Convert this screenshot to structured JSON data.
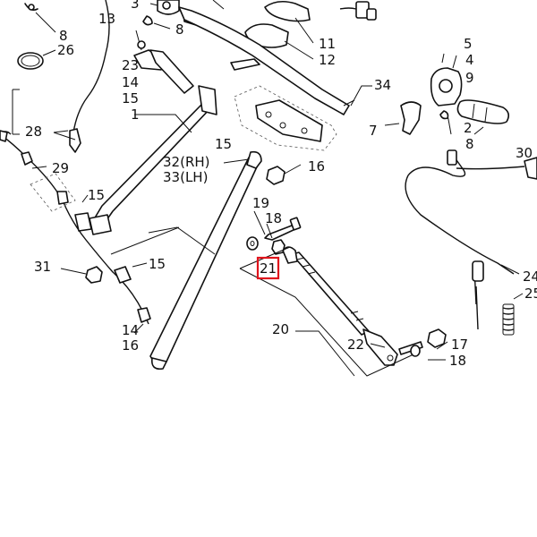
{
  "diagram": {
    "highlight_color": "#e0141c",
    "highlighted_callout": "21",
    "callouts": [
      {
        "id": "c-3",
        "text": "3"
      },
      {
        "id": "c-8a",
        "text": "8"
      },
      {
        "id": "c-13",
        "text": "13"
      },
      {
        "id": "c-11",
        "text": "11"
      },
      {
        "id": "c-12",
        "text": "12"
      },
      {
        "id": "c-5",
        "text": "5"
      },
      {
        "id": "c-4",
        "text": "4"
      },
      {
        "id": "c-9",
        "text": "9"
      },
      {
        "id": "c-8b",
        "text": "8"
      },
      {
        "id": "c-26",
        "text": "26"
      },
      {
        "id": "c-23",
        "text": "23"
      },
      {
        "id": "c-14a",
        "text": "14"
      },
      {
        "id": "c-15a",
        "text": "15"
      },
      {
        "id": "c-1",
        "text": "1"
      },
      {
        "id": "c-34",
        "text": "34"
      },
      {
        "id": "c-7",
        "text": "7"
      },
      {
        "id": "c-2",
        "text": "2"
      },
      {
        "id": "c-8c",
        "text": "8"
      },
      {
        "id": "c-28",
        "text": "28"
      },
      {
        "id": "c-15b",
        "text": "15"
      },
      {
        "id": "c-29",
        "text": "29"
      },
      {
        "id": "c-32rh",
        "text": "32(RH)"
      },
      {
        "id": "c-33lh",
        "text": "33(LH)"
      },
      {
        "id": "c-16a",
        "text": "16"
      },
      {
        "id": "c-30",
        "text": "30"
      },
      {
        "id": "c-15c",
        "text": "15"
      },
      {
        "id": "c-19",
        "text": "19"
      },
      {
        "id": "c-18a",
        "text": "18"
      },
      {
        "id": "c-31",
        "text": "31"
      },
      {
        "id": "c-15d",
        "text": "15"
      },
      {
        "id": "c-21",
        "text": "21"
      },
      {
        "id": "c-24",
        "text": "24"
      },
      {
        "id": "c-25",
        "text": "25"
      },
      {
        "id": "c-14b",
        "text": "14"
      },
      {
        "id": "c-16b",
        "text": "16"
      },
      {
        "id": "c-20",
        "text": "20"
      },
      {
        "id": "c-22",
        "text": "22"
      },
      {
        "id": "c-17",
        "text": "17"
      },
      {
        "id": "c-18b",
        "text": "18"
      }
    ]
  }
}
